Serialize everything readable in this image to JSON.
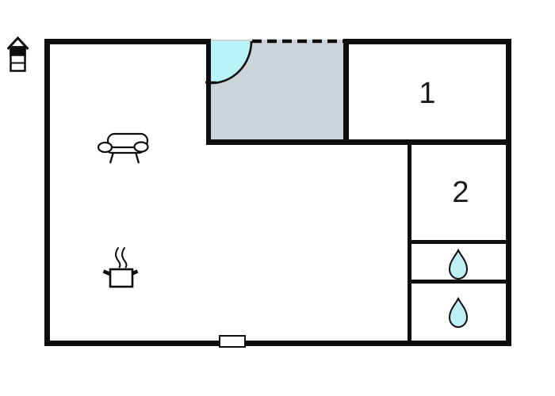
{
  "title": "holiday-home-floor-plan",
  "rooms": {
    "room1_label": "1",
    "room2_label": "2"
  },
  "icons": {
    "house_level": "house-level-indicator",
    "sofa": "sofa",
    "stove": "cooking-pot-with-steam",
    "bathroom1": "water-drop",
    "bathroom2": "water-drop",
    "door": "door-swing-arc",
    "window": "window-marker",
    "open_side": "dashed-open-boundary"
  },
  "colors": {
    "wall": "#0e0e0e",
    "terrace_fill": "#cbd4d8",
    "door_swing": "#b7f3f7",
    "water_drop": "#bdeff5",
    "background": "#ffffff",
    "label_text": "#1b1b1b"
  }
}
